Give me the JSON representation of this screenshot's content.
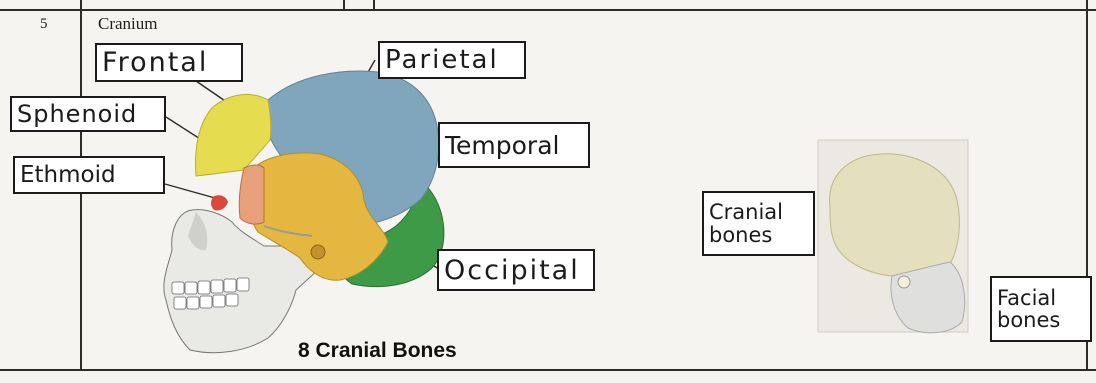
{
  "row": {
    "number": "5",
    "term": "Cranium"
  },
  "labels": {
    "frontal": "Frontal",
    "parietal": "Parietal",
    "sphenoid": "Sphenoid",
    "temporal": "Temporal",
    "ethmoid": "Ethmoid",
    "occipital": "Occipital",
    "cranial_line1": "Cranial",
    "cranial_line2": "bones",
    "facial_line1": "Facial",
    "facial_line2": "bones"
  },
  "caption": "8 Cranial Bones",
  "colors": {
    "frontal": "#e6dc50",
    "parietal": "#7fa6bd",
    "temporal": "#e4b840",
    "occipital": "#3f9a48",
    "sphenoid": "#e8a07a",
    "ethmoid": "#d84a3a",
    "face": "#e9e9e6",
    "small_skull": "#e4dfbd"
  }
}
